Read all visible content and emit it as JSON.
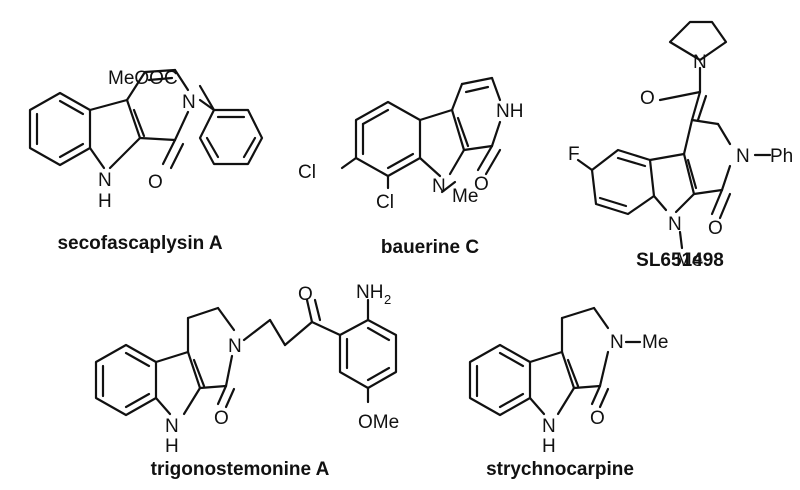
{
  "colors": {
    "ink": "#111111",
    "background": "#ffffff"
  },
  "compounds": [
    {
      "name": "secofascaplysin A",
      "labels": {
        "ester": "MeOOC",
        "n_ring": "N",
        "nh_n": "N",
        "nh_h": "H",
        "carbonyl_o": "O"
      }
    },
    {
      "name": "bauerine C",
      "labels": {
        "cl_upper": "Cl",
        "cl_lower": "Cl",
        "nh": "NH",
        "n_methyl": "N",
        "methyl": "Me",
        "carbonyl_o": "O"
      }
    },
    {
      "name": "SL651498",
      "labels": {
        "fluoro": "F",
        "pyrrolidine_n": "N",
        "amide_o": "O",
        "ring_n": "N",
        "phenyl": "Ph",
        "n_methyl": "N",
        "methyl": "Me",
        "carbonyl_o": "O"
      }
    },
    {
      "name": "trigonostemonine A",
      "labels": {
        "ketone_o": "O",
        "amine": "NH",
        "amine_sub": "2",
        "ring_n": "N",
        "nh_n": "N",
        "nh_h": "H",
        "carbonyl_o": "O",
        "methoxy": "OMe"
      }
    },
    {
      "name": "strychnocarpine",
      "labels": {
        "ring_n": "N",
        "methyl": "Me",
        "nh_n": "N",
        "nh_h": "H",
        "carbonyl_o": "O"
      }
    }
  ]
}
